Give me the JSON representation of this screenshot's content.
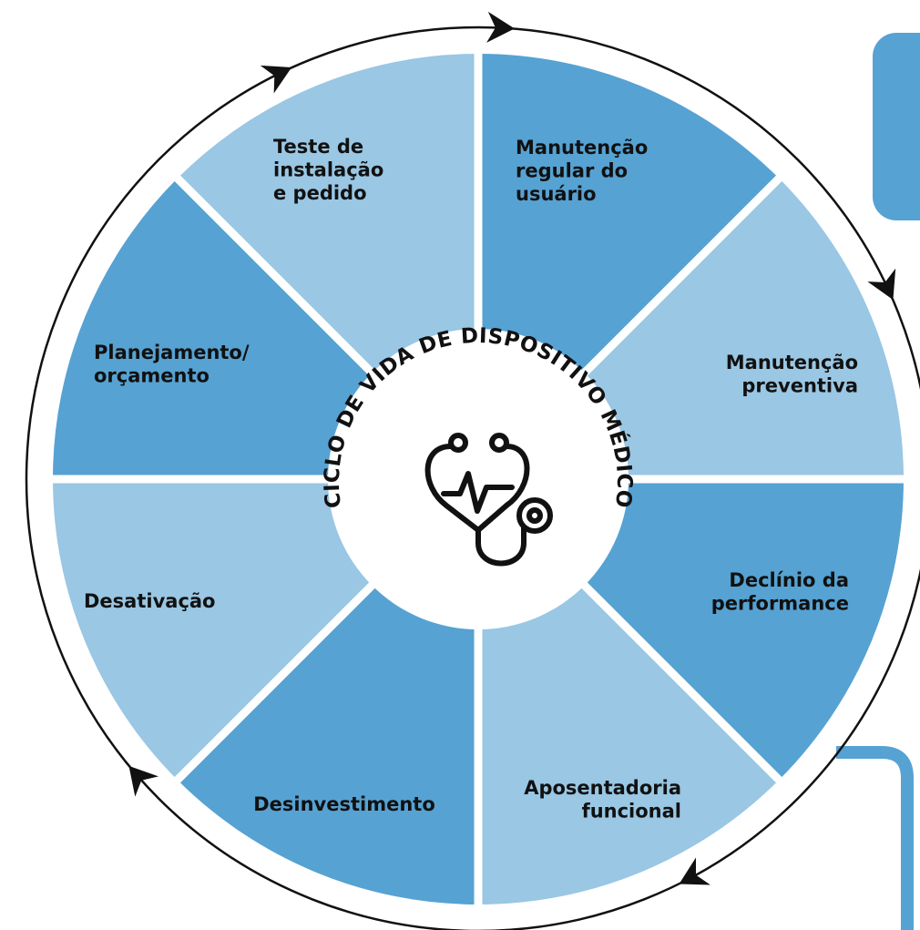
{
  "diagram": {
    "center_title": "CICLO DE VIDA DE DISPOSITIVO MÉDICO",
    "center_icon": "stethoscope-heartbeat-icon",
    "colors": {
      "dark_segment": "#56a2d3",
      "light_segment": "#99c7e4",
      "separator": "#ffffff",
      "outline": "#111111",
      "text": "#111111"
    },
    "segments": [
      {
        "lines": [
          "Manutenção",
          "regular do",
          "usuário"
        ],
        "shade": "dark"
      },
      {
        "lines": [
          "Manutenção",
          "preventiva"
        ],
        "shade": "light"
      },
      {
        "lines": [
          "Declínio da",
          "performance"
        ],
        "shade": "dark"
      },
      {
        "lines": [
          "Aposentadoria",
          "funcional"
        ],
        "shade": "light"
      },
      {
        "lines": [
          "Desinvestimento"
        ],
        "shade": "dark"
      },
      {
        "lines": [
          "Desativação"
        ],
        "shade": "light"
      },
      {
        "lines": [
          "Planejamento/",
          "orçamento"
        ],
        "shade": "dark"
      },
      {
        "lines": [
          "Teste de",
          "instalação",
          "e pedido"
        ],
        "shade": "light"
      }
    ]
  }
}
